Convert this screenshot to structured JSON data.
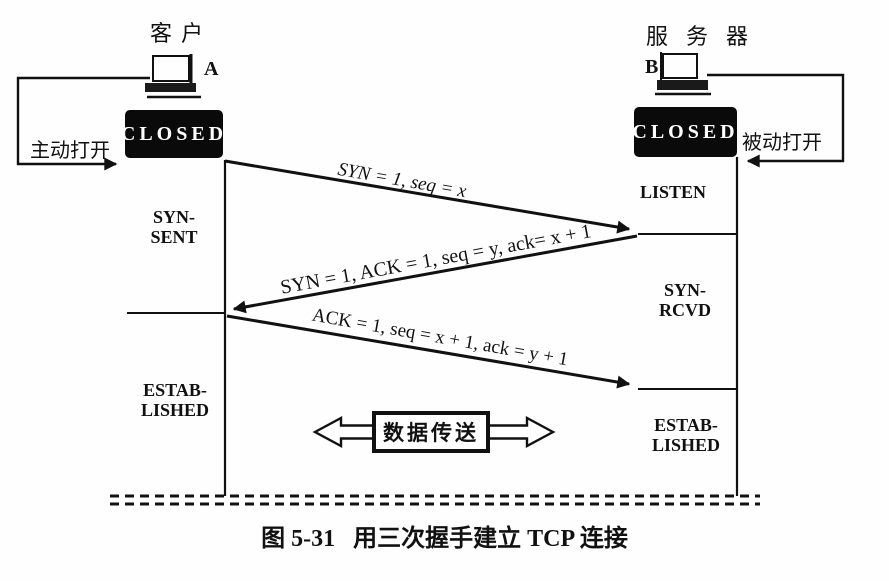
{
  "figure": {
    "client": {
      "title": "客户",
      "host": "A",
      "closed_state": "CLOSED",
      "open_label": "主动打开",
      "state_syn_sent": "SYN-\nSENT",
      "state_established": "ESTAB-\nLISHED"
    },
    "server": {
      "title": "服务器",
      "host": "B",
      "closed_state": "CLOSED",
      "open_label": "被动打开",
      "state_listen": "LISTEN",
      "state_syn_rcvd": "SYN-\nRCVD",
      "state_established": "ESTAB-\nLISHED"
    },
    "messages": {
      "syn": "SYN = 1, seq = x",
      "synack": "SYN = 1, ACK = 1, seq = y, ack= x + 1",
      "ack": "ACK = 1, seq = x + 1, ack = y + 1"
    },
    "data_transfer_label": "数据传送",
    "caption": "图 5-31   用三次握手建立 TCP 连接",
    "colors": {
      "ink": "#111111",
      "state_box_bg": "#0a0a0a",
      "state_box_text": "#ffffff",
      "paper": "#fefefe"
    }
  }
}
